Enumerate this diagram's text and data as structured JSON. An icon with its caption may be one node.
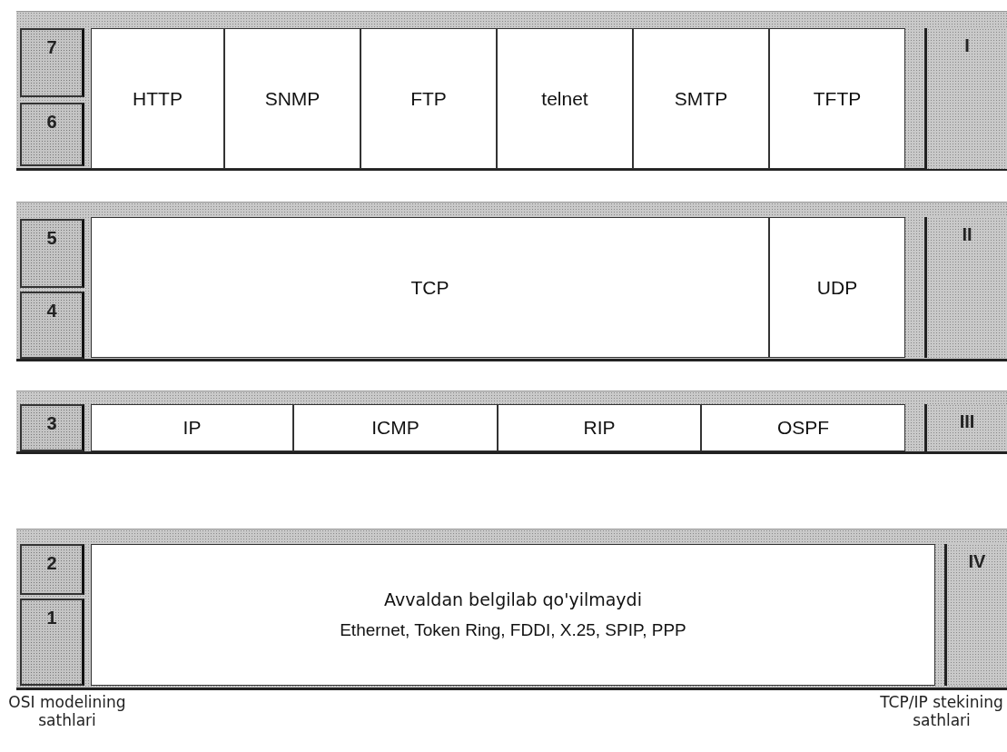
{
  "diagram": {
    "nodes": [
      {
        "text": [],
        "shape": "bar"
      },
      {
        "text": [
          "7"
        ],
        "in": 0
      },
      {
        "text": [
          "6"
        ],
        "in": 0
      },
      {
        "text": [
          "HTTP"
        ],
        "in": 0
      },
      {
        "text": [
          "SNMP"
        ],
        "in": 0
      },
      {
        "text": [
          "FTP"
        ],
        "in": 0
      },
      {
        "text": [
          "telnet"
        ],
        "in": 0
      },
      {
        "text": [
          "SMTP"
        ],
        "in": 0
      },
      {
        "text": [
          "TFTP"
        ],
        "in": 0
      },
      {
        "text": [
          "I"
        ],
        "in": 0
      },
      {
        "text": [],
        "shape": "bar"
      },
      {
        "text": [
          "5"
        ],
        "in": 10
      },
      {
        "text": [
          "4"
        ],
        "in": 10
      },
      {
        "text": [
          "TCP"
        ],
        "in": 10
      },
      {
        "text": [
          "UDP"
        ],
        "in": 10
      },
      {
        "text": [
          "II"
        ],
        "in": 10
      },
      {
        "text": [],
        "shape": "bar"
      },
      {
        "text": [
          "3"
        ],
        "in": 16
      },
      {
        "text": [
          "IP"
        ],
        "in": 16
      },
      {
        "text": [
          "ICMP"
        ],
        "in": 16
      },
      {
        "text": [
          "RIP"
        ],
        "in": 16
      },
      {
        "text": [
          "OSPF"
        ],
        "in": 16
      },
      {
        "text": [
          "III"
        ],
        "in": 16
      },
      {
        "text": [],
        "shape": "bar"
      },
      {
        "text": [
          "2"
        ],
        "in": 23
      },
      {
        "text": [
          "1"
        ],
        "in": 23
      },
      {
        "text": [
          "Avvaldan belgilab qo'yilmaydi",
          "Ethernet, Token Ring, FDDI, X.25, SPIP, PPP"
        ],
        "in": 23
      },
      {
        "text": [
          "IV"
        ],
        "in": 23
      }
    ],
    "labels": [
      "OSI modelining sathlari",
      "TCP/IP stekining sathlari"
    ]
  }
}
